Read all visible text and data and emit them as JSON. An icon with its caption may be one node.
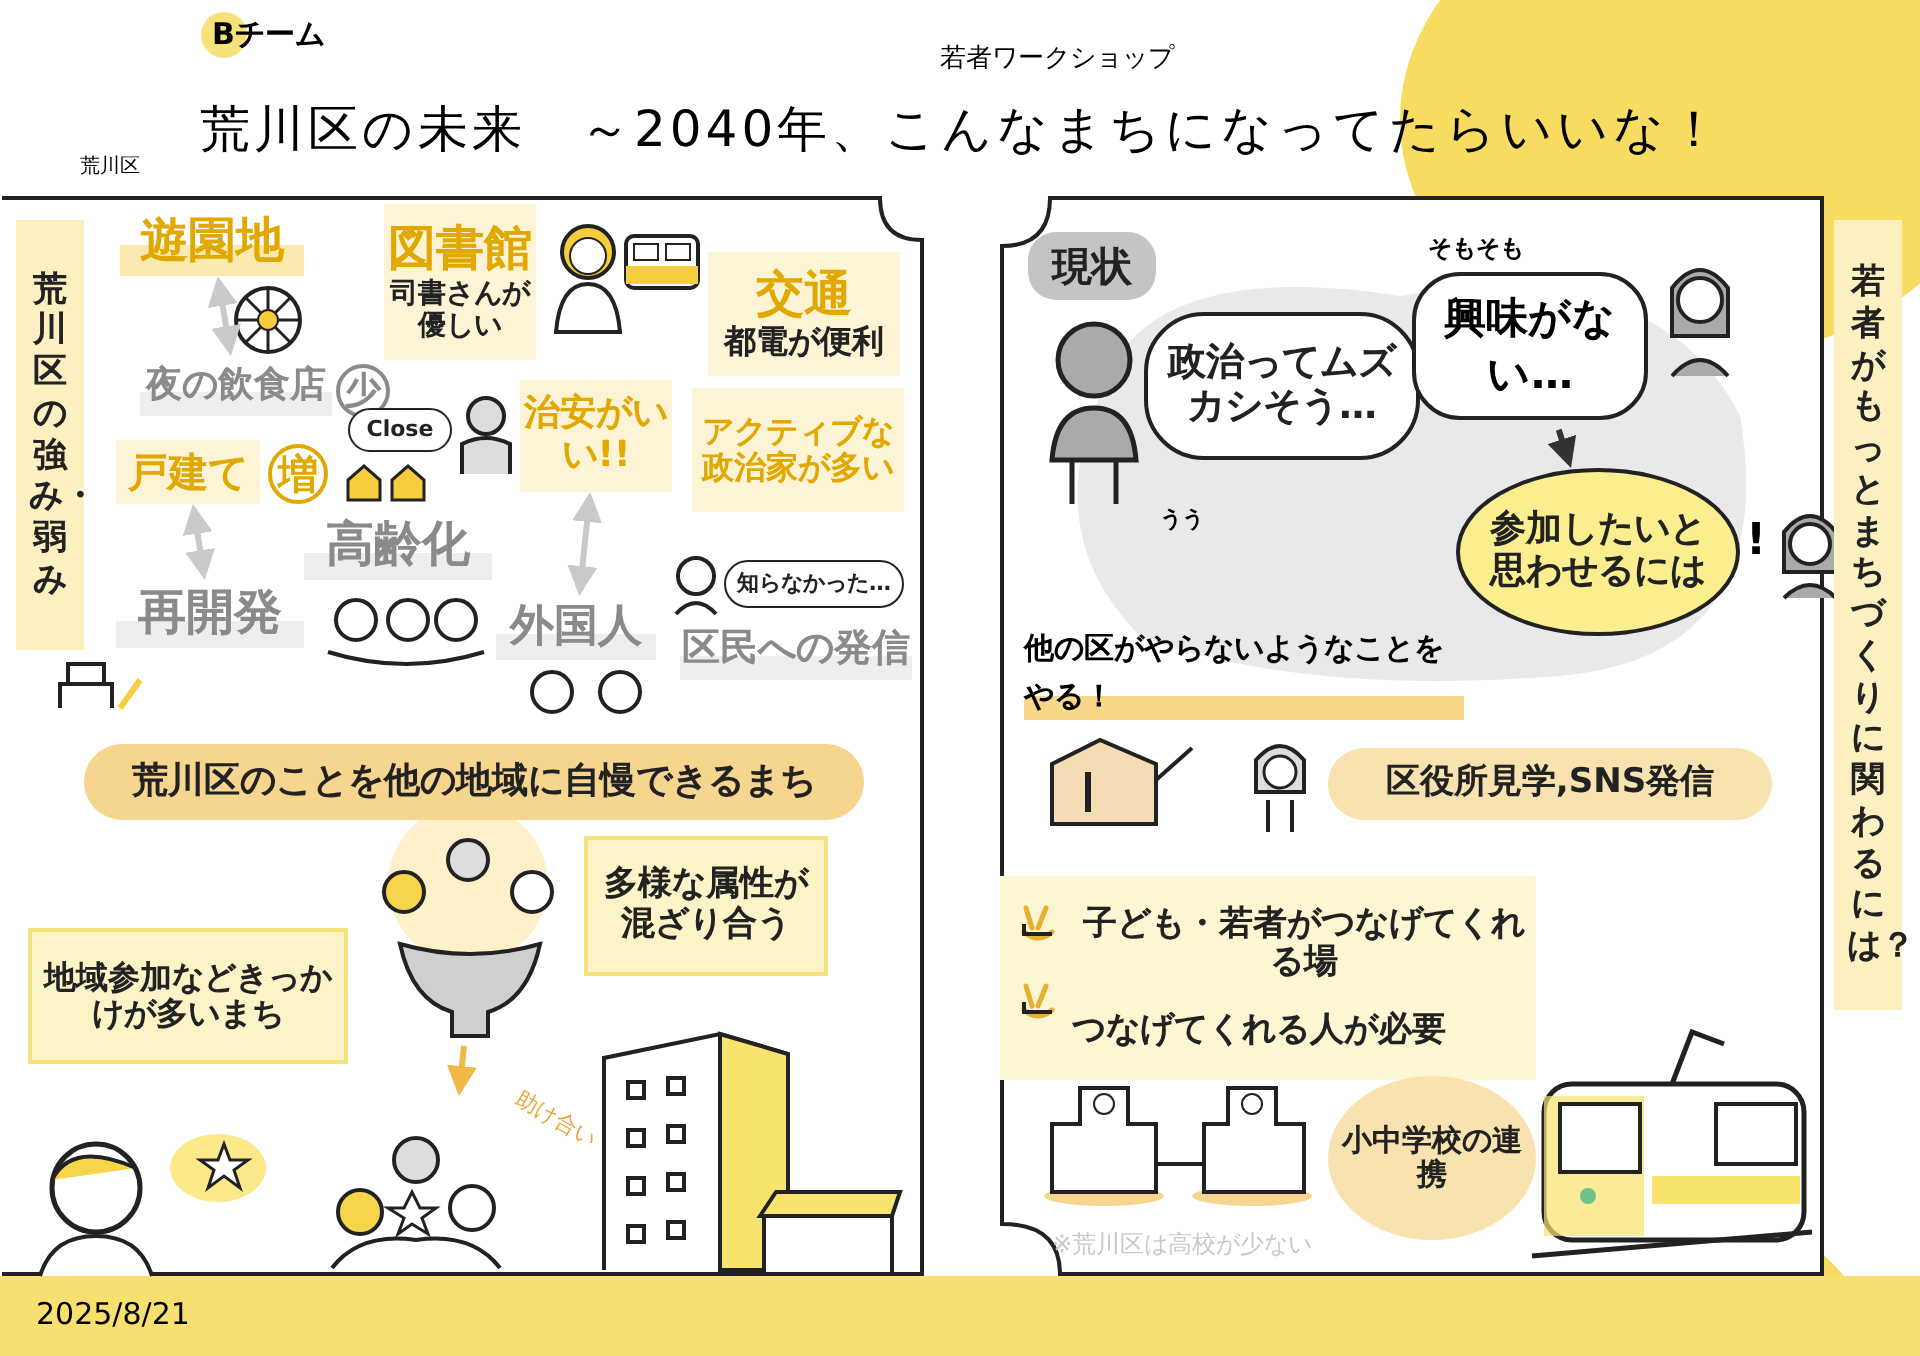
{
  "diagram": {
    "title": "荒川区の未来　～2040年、こんなまちになってたらいいな！",
    "nodes": [
      {
        "text": [
          "荒川区の強み・弱み"
        ]
      },
      {
        "text": [
          "遊園地"
        ]
      },
      {
        "text": [
          "夜の飲食店"
        ],
        "beside": [
          "少"
        ]
      },
      {
        "text": [
          "図書館",
          "司書さんが優しい"
        ]
      },
      {
        "text": [
          "交通",
          "都電が便利"
        ]
      },
      {
        "text": [
          "Close"
        ]
      },
      {
        "text": [
          "治安がいい!!"
        ]
      },
      {
        "text": [
          "アクティブな政治家が多い"
        ]
      },
      {
        "text": [
          "戸建て"
        ],
        "beside": [
          "増"
        ]
      },
      {
        "text": [
          "高齢化"
        ]
      },
      {
        "text": [
          "再開発"
        ]
      },
      {
        "text": [
          "外国人"
        ]
      },
      {
        "text": [
          "知らなかった…"
        ]
      },
      {
        "text": [
          "区民への発信"
        ]
      },
      {
        "text": [
          "荒川区のことを他の地域に自慢できるまち"
        ]
      },
      {
        "text": [
          "多様な属性が混ざり合う"
        ]
      },
      {
        "text": [],
        "shape": "picture"
      },
      {
        "text": [
          "地域参加などきっかけが多いまち"
        ]
      },
      {
        "text": [],
        "shape": "picture",
        "beside": [
          "助け合い"
        ]
      },
      {
        "text": [
          "若者がもっとまちづくりに関わるには？"
        ]
      },
      {
        "text": [
          "現状"
        ]
      },
      {
        "text": [
          "政治ってムズカシそう…"
        ]
      },
      {
        "text": [
          "そもそも",
          "興味がない…"
        ]
      },
      {
        "text": [
          "参加したいと思わせるには"
        ]
      },
      {
        "text": [
          "区役所見学,SNS発信"
        ]
      },
      {
        "text": [
          "子ども・若者がつなげてくれる場",
          "つなげてくれる人が必要"
        ]
      },
      {
        "text": [
          "小中学校の連携"
        ]
      }
    ],
    "edges": [
      {
        "from": 1,
        "to": 2,
        "arrow": "both"
      },
      {
        "from": 8,
        "to": 10,
        "arrow": "both"
      },
      {
        "from": 6,
        "to": 11,
        "arrow": "both"
      },
      {
        "from": 16,
        "to": 18,
        "arrow": "to",
        "color": "#f0b848"
      },
      {
        "from": 22,
        "to": 23,
        "arrow": "to",
        "color": "#333333"
      }
    ],
    "labels": [
      "Bチーム",
      "若者ワークショップ",
      "荒川区",
      "うう",
      "!",
      "他の区がやらないようなことをやる！",
      "※荒川区は高校が少ない",
      "2025/8/21"
    ]
  }
}
